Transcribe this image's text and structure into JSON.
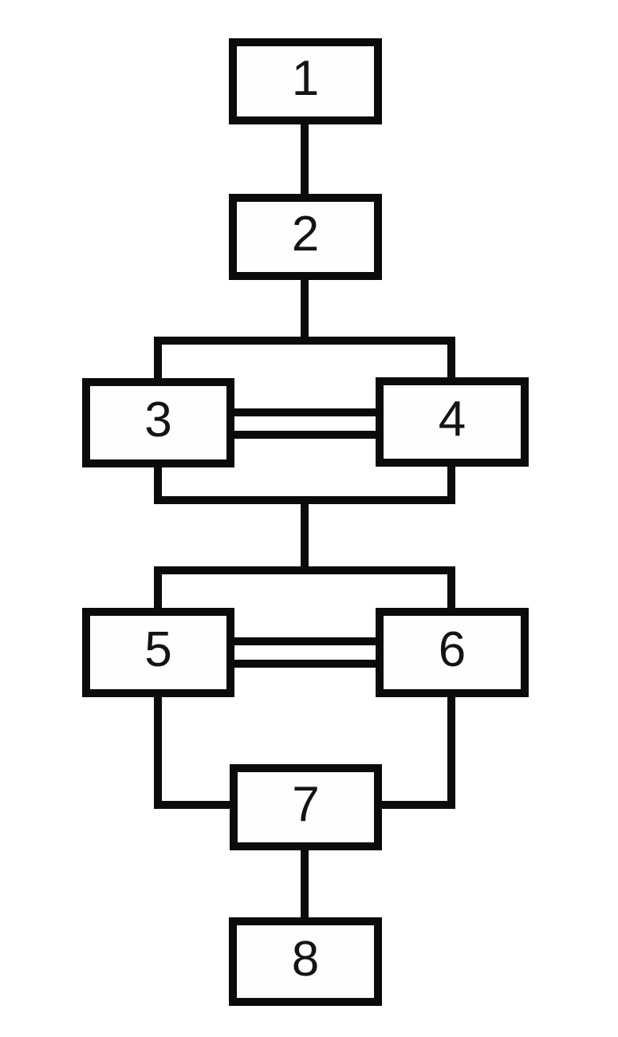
{
  "diagram": {
    "type": "block-flowchart",
    "colors": {
      "line": "#0b0b0b",
      "background": "#ffffff",
      "box_fill": "#fefefe",
      "text": "#141414"
    },
    "nodes": [
      {
        "id": "1",
        "label": "1"
      },
      {
        "id": "2",
        "label": "2"
      },
      {
        "id": "3",
        "label": "3"
      },
      {
        "id": "4",
        "label": "4"
      },
      {
        "id": "5",
        "label": "5"
      },
      {
        "id": "6",
        "label": "6"
      },
      {
        "id": "7",
        "label": "7"
      },
      {
        "id": "8",
        "label": "8"
      }
    ],
    "edges": [
      {
        "from": "1",
        "to": "2",
        "style": "single-vertical"
      },
      {
        "from": "2",
        "to": "3",
        "style": "branch-bus"
      },
      {
        "from": "2",
        "to": "4",
        "style": "branch-bus"
      },
      {
        "from": "3",
        "to": "4",
        "style": "double-horizontal"
      },
      {
        "from": "3",
        "to": "5",
        "style": "merge-then-branch-bus"
      },
      {
        "from": "3",
        "to": "6",
        "style": "merge-then-branch-bus"
      },
      {
        "from": "4",
        "to": "5",
        "style": "merge-then-branch-bus"
      },
      {
        "from": "4",
        "to": "6",
        "style": "merge-then-branch-bus"
      },
      {
        "from": "5",
        "to": "6",
        "style": "double-horizontal"
      },
      {
        "from": "5",
        "to": "7",
        "style": "down-then-into-left-side"
      },
      {
        "from": "6",
        "to": "7",
        "style": "down-then-into-right-side"
      },
      {
        "from": "7",
        "to": "8",
        "style": "single-vertical"
      }
    ]
  }
}
